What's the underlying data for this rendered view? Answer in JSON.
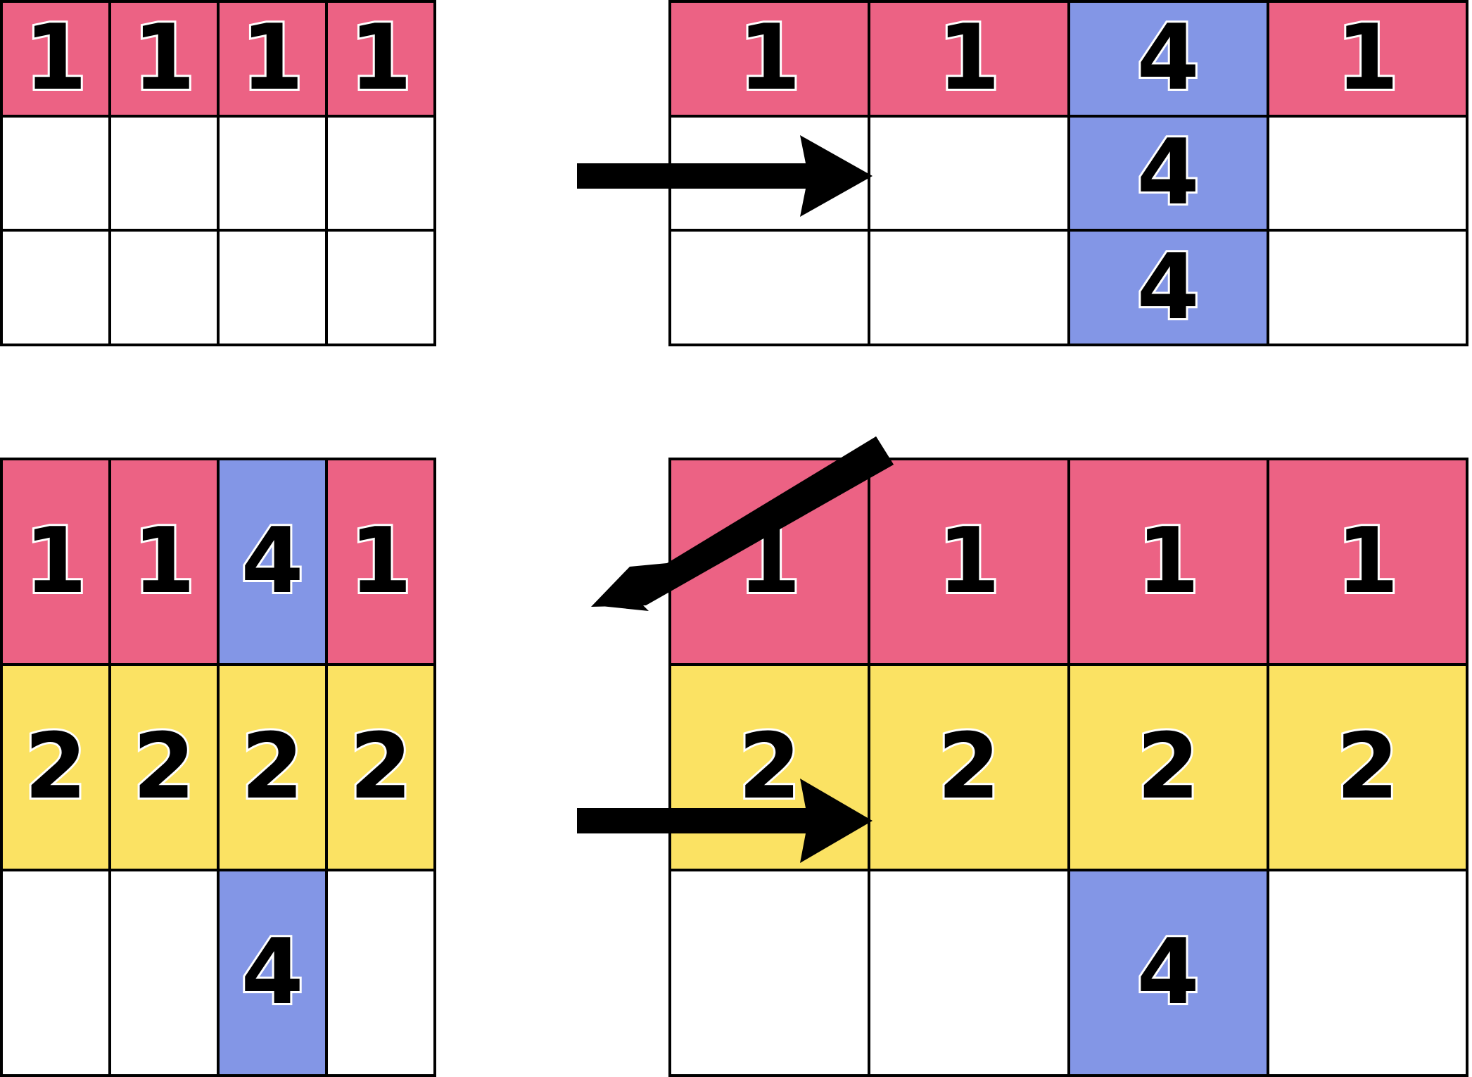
{
  "diagram": {
    "type": "grid-transformation-sequence",
    "palette": {
      "pink": "#ec6284",
      "blue": "#8396e6",
      "yellow": "#fbe263",
      "white": "#ffffff",
      "border": "#000000",
      "digit_fill": "#000000",
      "digit_outline": "#ffffff"
    },
    "panels": [
      {
        "id": "top-left",
        "name": "input-grid-1",
        "rows": 3,
        "cols": 4,
        "values": [
          [
            "1",
            "1",
            "1",
            "1"
          ],
          [
            "",
            "",
            "",
            ""
          ],
          [
            "",
            "",
            "",
            ""
          ]
        ],
        "colors": [
          [
            "pink",
            "pink",
            "pink",
            "pink"
          ],
          [
            "white",
            "white",
            "white",
            "white"
          ],
          [
            "white",
            "white",
            "white",
            "white"
          ]
        ]
      },
      {
        "id": "top-right",
        "name": "output-grid-1",
        "rows": 3,
        "cols": 4,
        "values": [
          [
            "1",
            "1",
            "4",
            "1"
          ],
          [
            "",
            "",
            "4",
            ""
          ],
          [
            "",
            "",
            "4",
            ""
          ]
        ],
        "colors": [
          [
            "pink",
            "pink",
            "blue",
            "pink"
          ],
          [
            "white",
            "white",
            "blue",
            "white"
          ],
          [
            "white",
            "white",
            "blue",
            "white"
          ]
        ]
      },
      {
        "id": "bottom-left",
        "name": "input-grid-2",
        "rows": 3,
        "cols": 4,
        "values": [
          [
            "1",
            "1",
            "4",
            "1"
          ],
          [
            "2",
            "2",
            "2",
            "2"
          ],
          [
            "",
            "",
            "4",
            ""
          ]
        ],
        "colors": [
          [
            "pink",
            "pink",
            "blue",
            "pink"
          ],
          [
            "yellow",
            "yellow",
            "yellow",
            "yellow"
          ],
          [
            "white",
            "white",
            "blue",
            "white"
          ]
        ]
      },
      {
        "id": "bottom-right",
        "name": "output-grid-2",
        "rows": 3,
        "cols": 4,
        "values": [
          [
            "1",
            "1",
            "1",
            "1"
          ],
          [
            "2",
            "2",
            "2",
            "2"
          ],
          [
            "",
            "",
            "4",
            ""
          ]
        ],
        "colors": [
          [
            "pink",
            "pink",
            "pink",
            "pink"
          ],
          [
            "yellow",
            "yellow",
            "yellow",
            "yellow"
          ],
          [
            "white",
            "white",
            "blue",
            "white"
          ]
        ]
      }
    ],
    "arrows": [
      {
        "id": "arrow-top-right",
        "name": "arrow-right-icon",
        "direction": "right",
        "label": ""
      },
      {
        "id": "arrow-diagonal",
        "name": "arrow-down-left-icon",
        "direction": "down-left",
        "label": ""
      },
      {
        "id": "arrow-bottom-right",
        "name": "arrow-right-icon",
        "direction": "right",
        "label": ""
      }
    ]
  }
}
